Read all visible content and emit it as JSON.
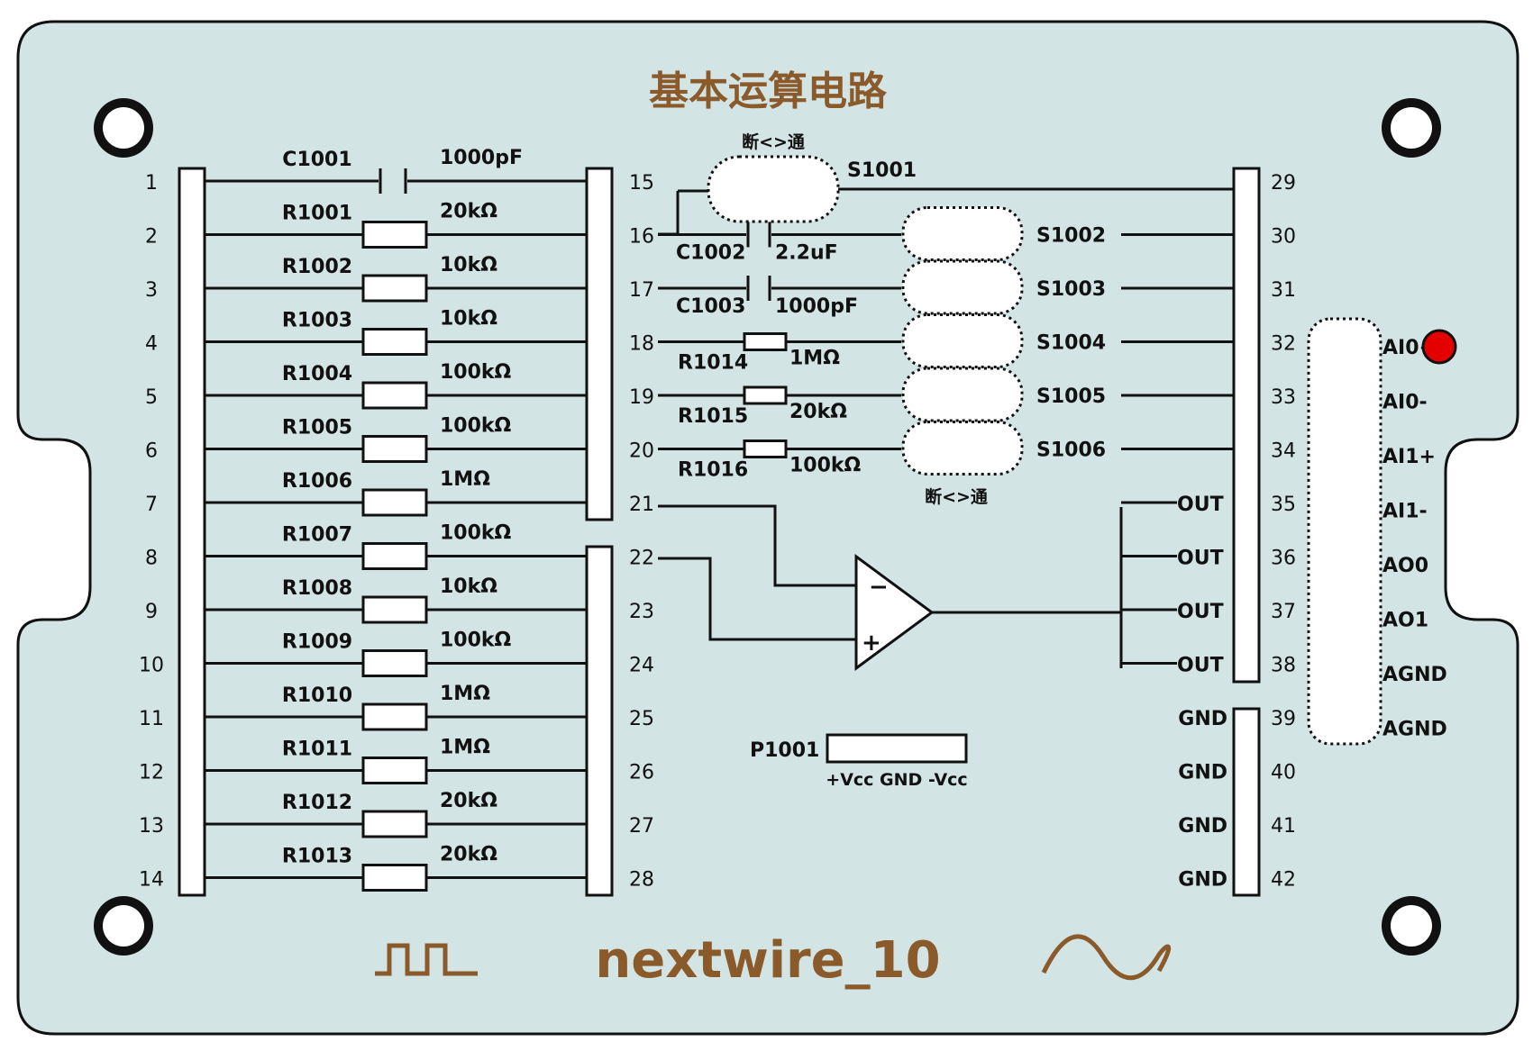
{
  "title": "基本运算电路",
  "brand": "nextwire_10",
  "colors": {
    "board": "#D2E4E4",
    "brand": "#8B5A2B",
    "led": "#E50000"
  },
  "left_pins": [
    "1",
    "2",
    "3",
    "4",
    "5",
    "6",
    "7",
    "8",
    "9",
    "10",
    "11",
    "12",
    "13",
    "14"
  ],
  "middle_pins": [
    "15",
    "16",
    "17",
    "18",
    "19",
    "20",
    "21",
    "22",
    "23",
    "24",
    "25",
    "26",
    "27",
    "28"
  ],
  "right_pins": [
    "29",
    "30",
    "31",
    "32",
    "33",
    "34",
    "35",
    "36",
    "37",
    "38",
    "39",
    "40",
    "41",
    "42"
  ],
  "left_components": [
    {
      "ref": "C1001",
      "value": "1000pF"
    },
    {
      "ref": "R1001",
      "value": "20kΩ"
    },
    {
      "ref": "R1002",
      "value": "10kΩ"
    },
    {
      "ref": "R1003",
      "value": "10kΩ"
    },
    {
      "ref": "R1004",
      "value": "100kΩ"
    },
    {
      "ref": "R1005",
      "value": "100kΩ"
    },
    {
      "ref": "R1006",
      "value": "1MΩ"
    },
    {
      "ref": "R1007",
      "value": "100kΩ"
    },
    {
      "ref": "R1008",
      "value": "10kΩ"
    },
    {
      "ref": "R1009",
      "value": "100kΩ"
    },
    {
      "ref": "R1010",
      "value": "1MΩ"
    },
    {
      "ref": "R1011",
      "value": "1MΩ"
    },
    {
      "ref": "R1012",
      "value": "20kΩ"
    },
    {
      "ref": "R1013",
      "value": "20kΩ"
    }
  ],
  "feedback_components": [
    {
      "ref": "C1002",
      "value": "2.2uF"
    },
    {
      "ref": "C1003",
      "value": "1000pF"
    },
    {
      "ref": "R1014",
      "value": "1MΩ"
    },
    {
      "ref": "R1015",
      "value": "20kΩ"
    },
    {
      "ref": "R1016",
      "value": "100kΩ"
    }
  ],
  "switches": [
    "S1001",
    "S1002",
    "S1003",
    "S1004",
    "S1005",
    "S1006"
  ],
  "switch_hint": "断<>通",
  "out_labels": [
    "OUT",
    "OUT",
    "OUT",
    "OUT"
  ],
  "gnd_labels": [
    "GND",
    "GND",
    "GND",
    "GND"
  ],
  "daq_labels": [
    "AI0+",
    "AI0-",
    "AI1+",
    "AI1-",
    "AO0",
    "AO1",
    "AGND",
    "AGND"
  ],
  "power": {
    "ref": "P1001",
    "pins": "+Vcc GND -Vcc"
  },
  "opamp": {
    "minus": "−",
    "plus": "+"
  }
}
